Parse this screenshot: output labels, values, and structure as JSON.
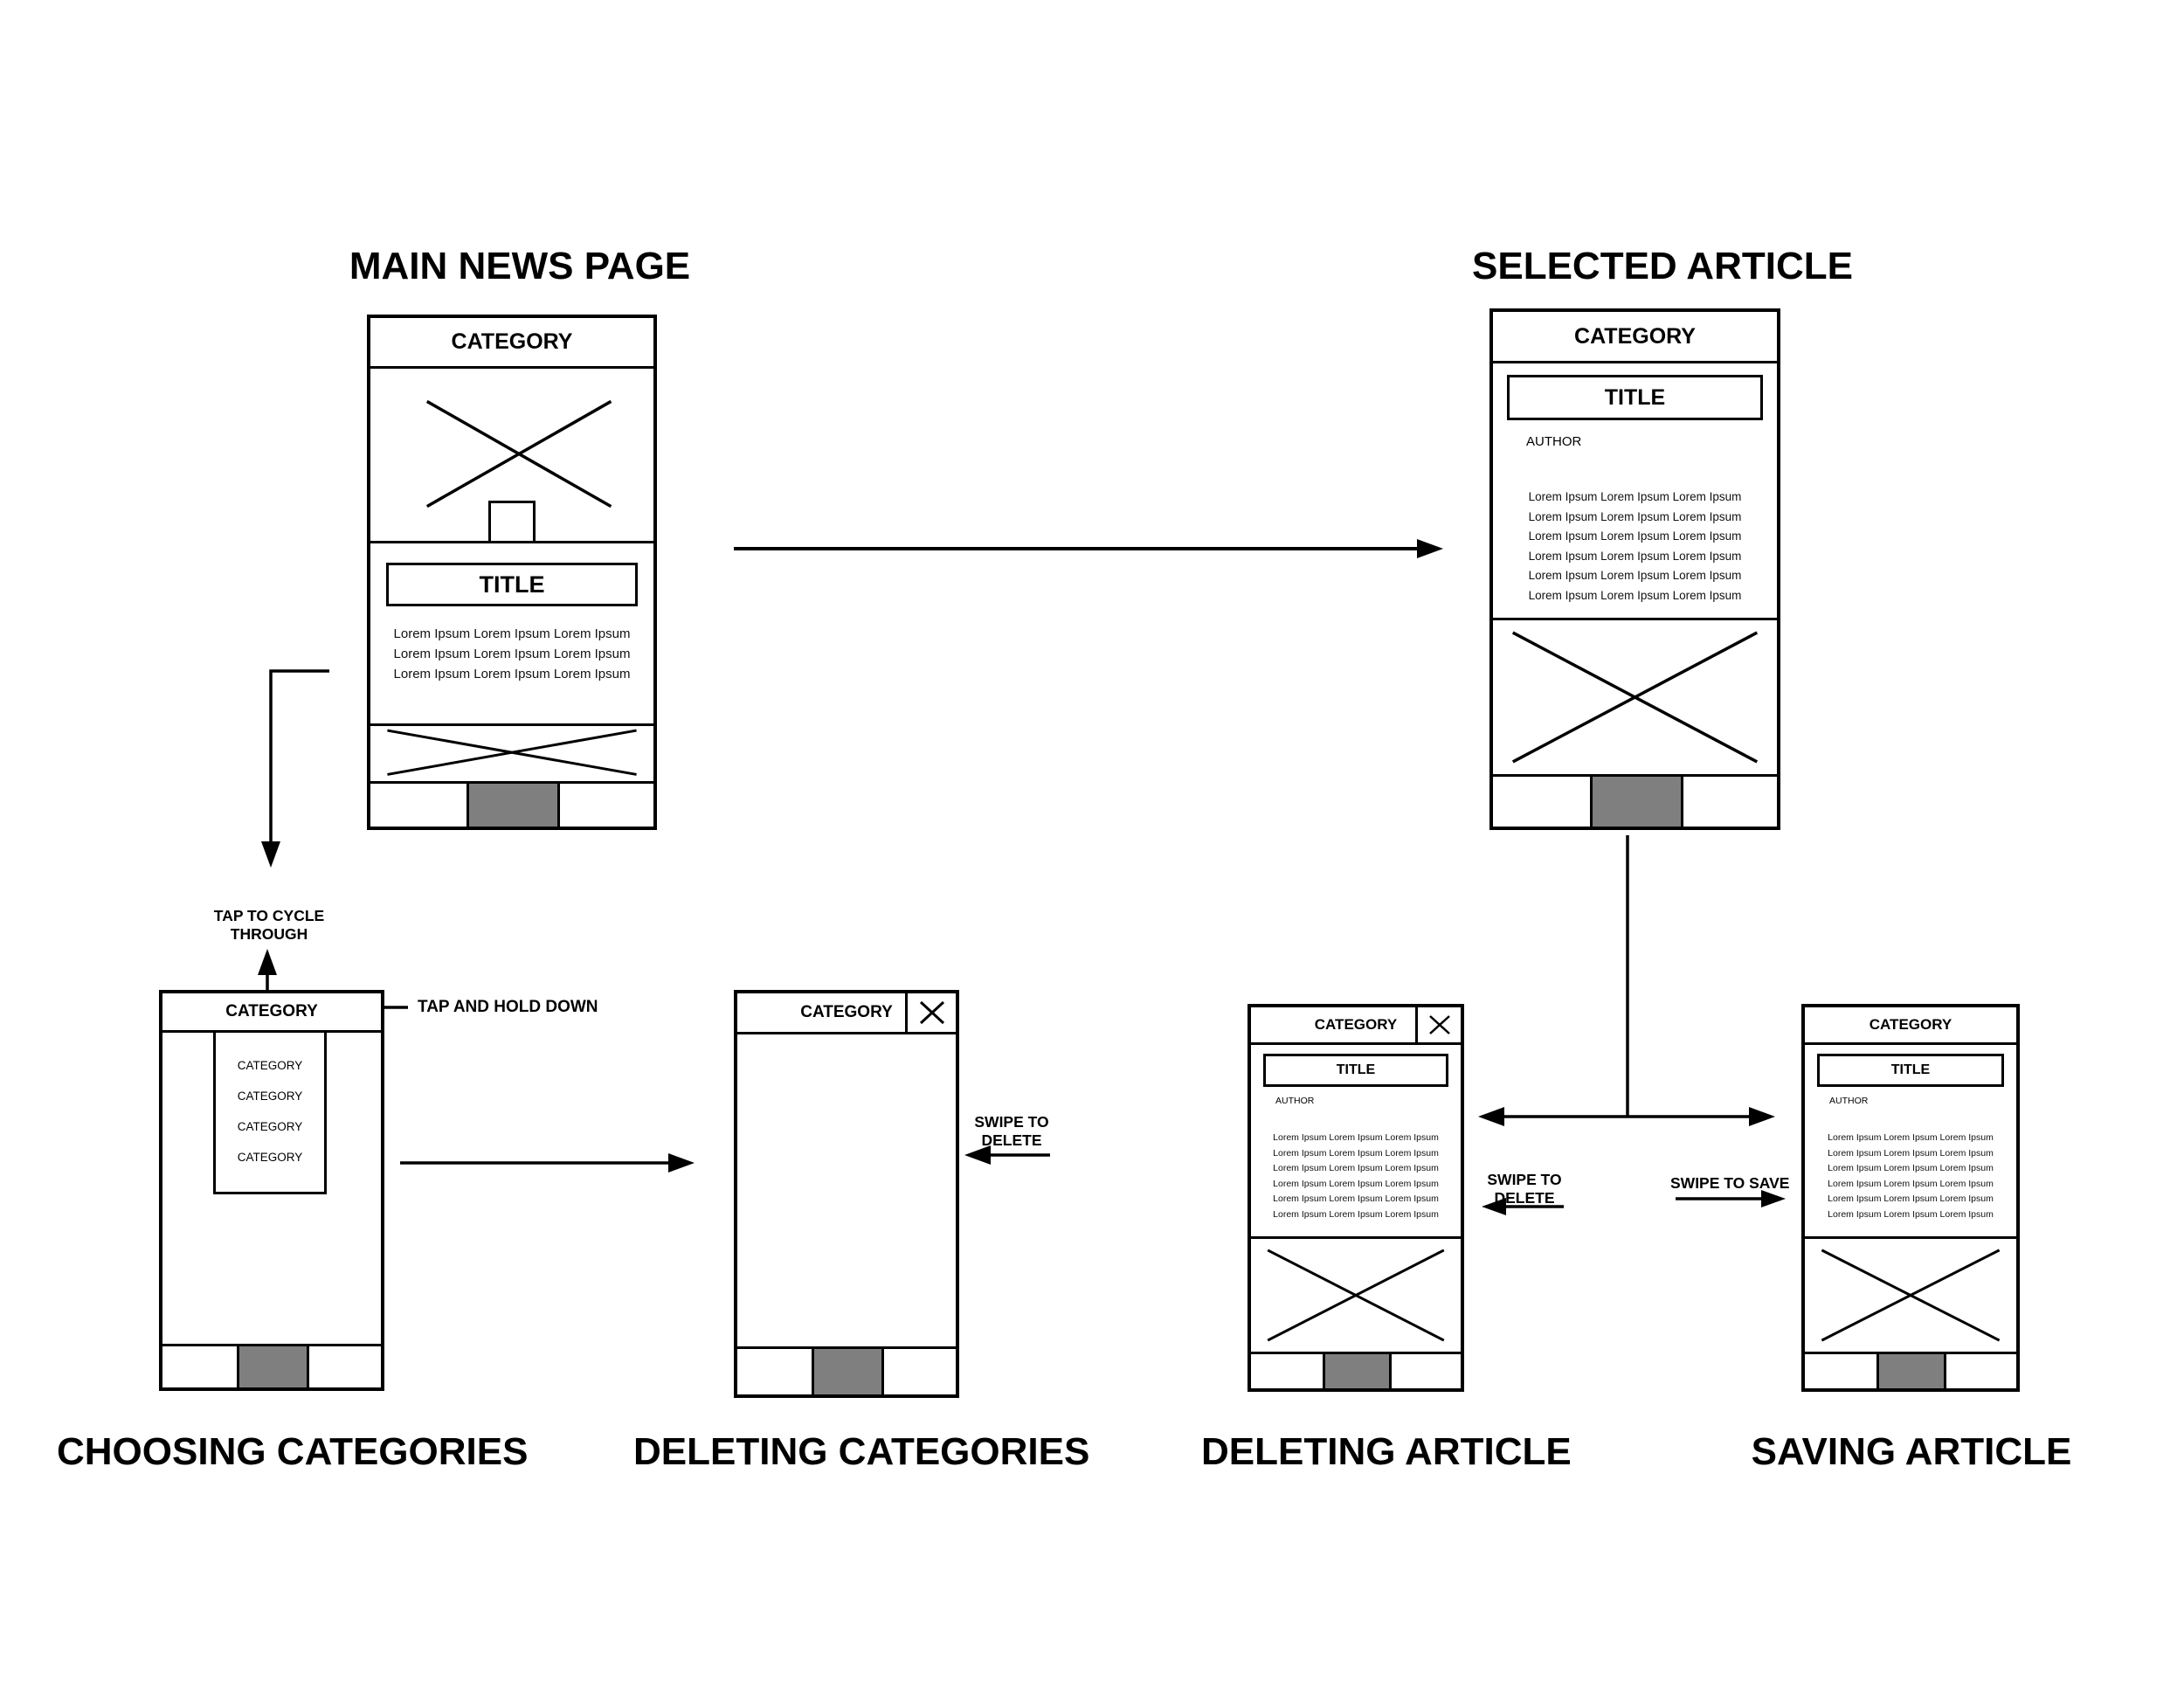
{
  "titles": {
    "main_news_page": "MAIN NEWS PAGE",
    "selected_article": "SELECTED ARTICLE",
    "choosing_categories": "CHOOSING CATEGORIES",
    "deleting_categories": "DELETING CATEGORIES",
    "deleting_article": "DELETING ARTICLE",
    "saving_article": "SAVING ARTICLE"
  },
  "annotations": {
    "tap_to_cycle_line1": "TAP TO CYCLE",
    "tap_to_cycle_line2": "THROUGH",
    "tap_and_hold": "TAP AND HOLD DOWN",
    "swipe_to_delete_line1": "SWIPE TO",
    "swipe_to_delete_line2": "DELETE",
    "swipe_to_save": "SWIPE TO SAVE"
  },
  "phones": {
    "main": {
      "header": "CATEGORY",
      "title": "TITLE",
      "body_lines": [
        "Lorem Ipsum Lorem Ipsum Lorem Ipsum",
        "Lorem Ipsum Lorem Ipsum Lorem Ipsum",
        "Lorem Ipsum Lorem Ipsum Lorem Ipsum"
      ]
    },
    "selected": {
      "header": "CATEGORY",
      "title": "TITLE",
      "author": "AUTHOR",
      "body_lines": [
        "Lorem Ipsum Lorem Ipsum Lorem Ipsum",
        "Lorem Ipsum Lorem Ipsum Lorem Ipsum",
        "Lorem Ipsum Lorem Ipsum Lorem Ipsum",
        "Lorem Ipsum Lorem Ipsum Lorem Ipsum",
        "Lorem Ipsum Lorem Ipsum Lorem Ipsum",
        "Lorem Ipsum Lorem Ipsum Lorem Ipsum"
      ]
    },
    "choosing": {
      "header": "CATEGORY",
      "menu_items": [
        "CATEGORY",
        "CATEGORY",
        "CATEGORY",
        "CATEGORY"
      ]
    },
    "deleting_categories": {
      "header": "CATEGORY"
    },
    "deleting_article": {
      "header": "CATEGORY",
      "title": "TITLE",
      "author": "AUTHOR",
      "body_lines": [
        "Lorem Ipsum Lorem Ipsum Lorem Ipsum",
        "Lorem Ipsum Lorem Ipsum Lorem Ipsum",
        "Lorem Ipsum Lorem Ipsum Lorem Ipsum",
        "Lorem Ipsum Lorem Ipsum Lorem Ipsum",
        "Lorem Ipsum Lorem Ipsum Lorem Ipsum",
        "Lorem Ipsum Lorem Ipsum Lorem Ipsum"
      ]
    },
    "saving_article": {
      "header": "CATEGORY",
      "title": "TITLE",
      "author": "AUTHOR",
      "body_lines": [
        "Lorem Ipsum Lorem Ipsum Lorem Ipsum",
        "Lorem Ipsum Lorem Ipsum Lorem Ipsum",
        "Lorem Ipsum Lorem Ipsum Lorem Ipsum",
        "Lorem Ipsum Lorem Ipsum Lorem Ipsum",
        "Lorem Ipsum Lorem Ipsum Lorem Ipsum",
        "Lorem Ipsum Lorem Ipsum Lorem Ipsum"
      ]
    }
  },
  "colors": {
    "ink": "#000000",
    "placeholder_gray": "#7f7f7f",
    "background": "#ffffff"
  }
}
